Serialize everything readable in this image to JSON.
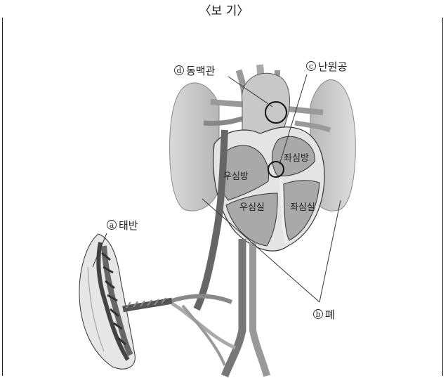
{
  "title": "〈보 기〉",
  "labels": {
    "ductus": {
      "letter": "d",
      "text": "동맥관"
    },
    "foramen": {
      "letter": "c",
      "text": "난원공"
    },
    "placenta": {
      "letter": "a",
      "text": "태반"
    },
    "lung": {
      "letter": "b",
      "text": "폐"
    },
    "right_atrium": "우심방",
    "left_atrium": "좌심방",
    "right_ventricle": "우심실",
    "left_ventricle": "좌심실"
  }
}
